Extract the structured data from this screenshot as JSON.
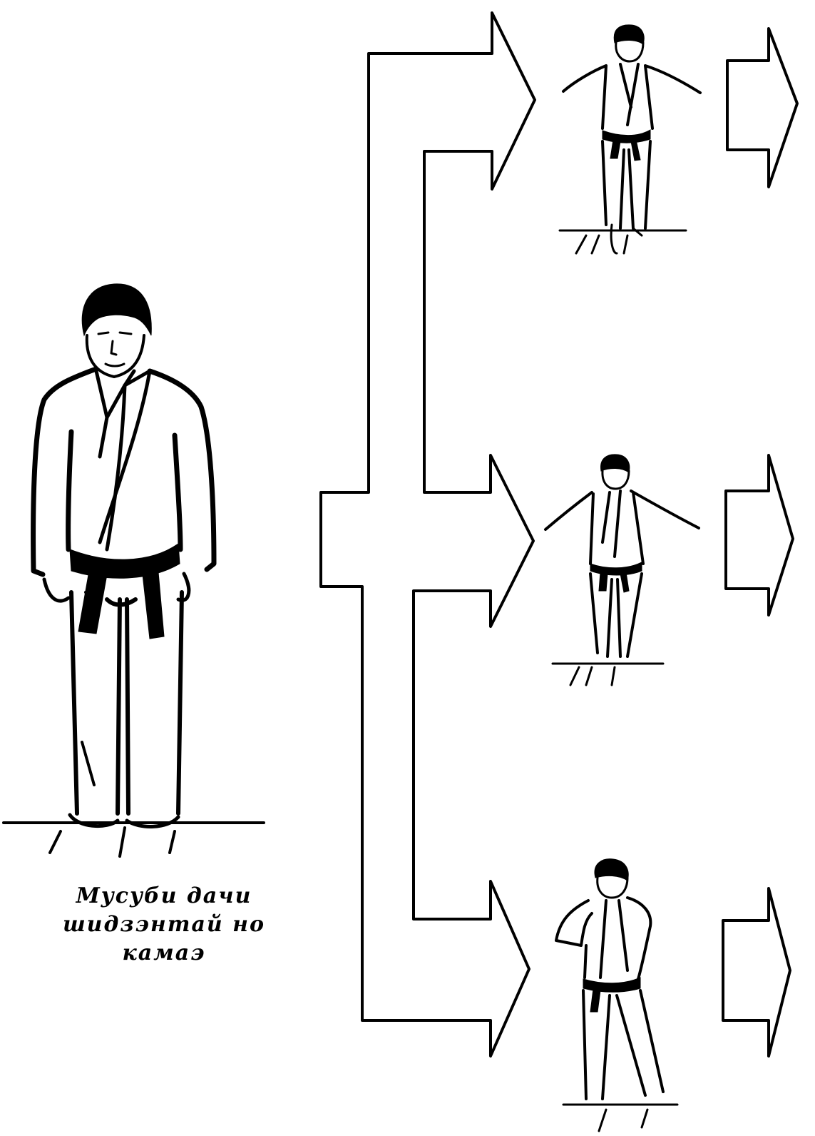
{
  "caption": {
    "lines": [
      "Мусуби дачи",
      "шидзэнтай но",
      "камаэ"
    ]
  },
  "figures": {
    "main": {
      "icon": "judoka-standing-figure"
    },
    "stage_1": {
      "icon": "judoka-balancing-figure"
    },
    "stage_2": {
      "icon": "judoka-balancing-figure"
    },
    "stage_3": {
      "icon": "judoka-fighting-stance-figure"
    }
  },
  "colors": {
    "ink": "#000000",
    "paper": "#ffffff"
  }
}
